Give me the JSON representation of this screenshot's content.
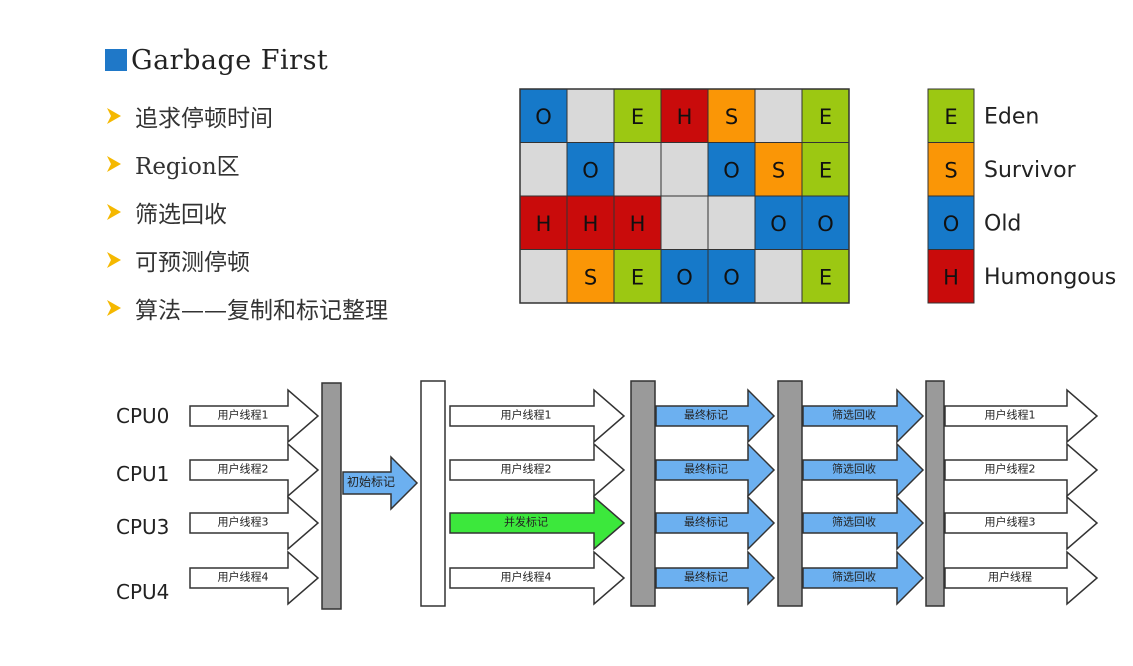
{
  "header": {
    "title": "Garbage First",
    "title_square_color": "#1f78c8",
    "bullet_icon": "arrowhead-icon",
    "bullet_color": "#f5b800",
    "bullets": [
      "追求停顿时间",
      "Region区",
      "筛选回收",
      "可预测停顿",
      "算法——复制和标记整理"
    ]
  },
  "region_grid": {
    "colors": {
      "E": "#9cc812",
      "S": "#fa9606",
      "O": "#1679c9",
      "H": "#c90b0b",
      "empty": "#d9d9d9"
    },
    "rows": [
      [
        "O",
        "",
        "E",
        "H",
        "S",
        "",
        "E"
      ],
      [
        "",
        "O",
        "",
        "",
        "O",
        "S",
        "E"
      ],
      [
        "H",
        "H",
        "H",
        "",
        "",
        "O",
        "O"
      ],
      [
        "",
        "S",
        "E",
        "O",
        "O",
        "",
        "E"
      ]
    ]
  },
  "legend": [
    {
      "code": "E",
      "label": "Eden"
    },
    {
      "code": "S",
      "label": "Survivor"
    },
    {
      "code": "O",
      "label": "Old"
    },
    {
      "code": "H",
      "label": "Humongous"
    }
  ],
  "timeline": {
    "cpus": [
      "CPU0",
      "CPU1",
      "CPU3",
      "CPU4"
    ],
    "colors": {
      "white": "#ffffff",
      "blue": "#6cb0f0",
      "green": "#3ce83c",
      "bar": "#9a9a9a"
    },
    "phase1": [
      "用户线程1",
      "用户线程2",
      "用户线程3",
      "用户线程4"
    ],
    "initial_mark": "初始标记",
    "phase2": [
      {
        "label": "用户线程1",
        "fill": "white"
      },
      {
        "label": "用户线程2",
        "fill": "white"
      },
      {
        "label": "并发标记",
        "fill": "green"
      },
      {
        "label": "用户线程4",
        "fill": "white"
      }
    ],
    "final_mark": [
      "最终标记",
      "最终标记",
      "最终标记",
      "最终标记"
    ],
    "cleanup": [
      "筛选回收",
      "筛选回收",
      "筛选回收",
      "筛选回收"
    ],
    "phase5": [
      "用户线程1",
      "用户线程2",
      "用户线程3",
      "用户线程"
    ]
  }
}
